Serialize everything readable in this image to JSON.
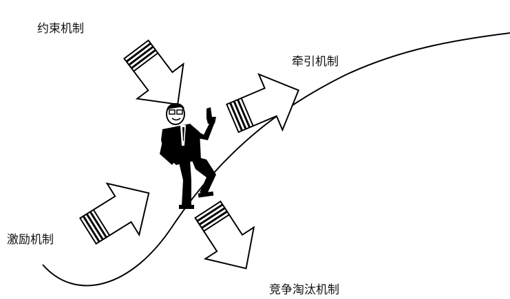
{
  "labels": {
    "constraint": "约束机制",
    "traction": "牵引机制",
    "incentive": "激励机制",
    "elimination": "竞争淘汰机制"
  },
  "colors": {
    "ink": "#000000",
    "paper": "#ffffff"
  },
  "icons": {
    "figure": "businessman-climbing-icon",
    "arrow": "block-arrow-icon"
  }
}
